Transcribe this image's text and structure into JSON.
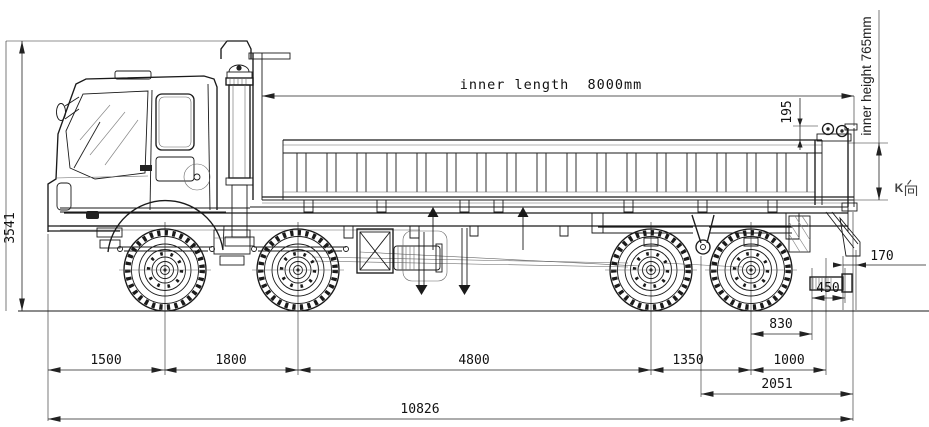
{
  "drawing": {
    "type": "truck-side-view-technical-drawing",
    "background_color": "#ffffff",
    "line_color": "#1a1a1a"
  },
  "annotations": {
    "inner_length_label": "inner length  8000mm",
    "inner_height_label": "inner height 765mm",
    "view_direction_label": "K向",
    "view_direction_letter": "K"
  },
  "dimensions_mm": {
    "overall_height": "3541",
    "front_overhang": "1500",
    "axle1_to_axle2": "1800",
    "axle2_to_axle3": "4800",
    "axle3_to_axle4": "1350",
    "axle4_to_body_rear": "1000",
    "axle4_to_underrun": "830",
    "bogie_center_to_rear": "2051",
    "overall_length": "10826",
    "sideboard_to_hinge_top": "195",
    "underrun_to_rear": "170",
    "underrun_length": "450"
  }
}
